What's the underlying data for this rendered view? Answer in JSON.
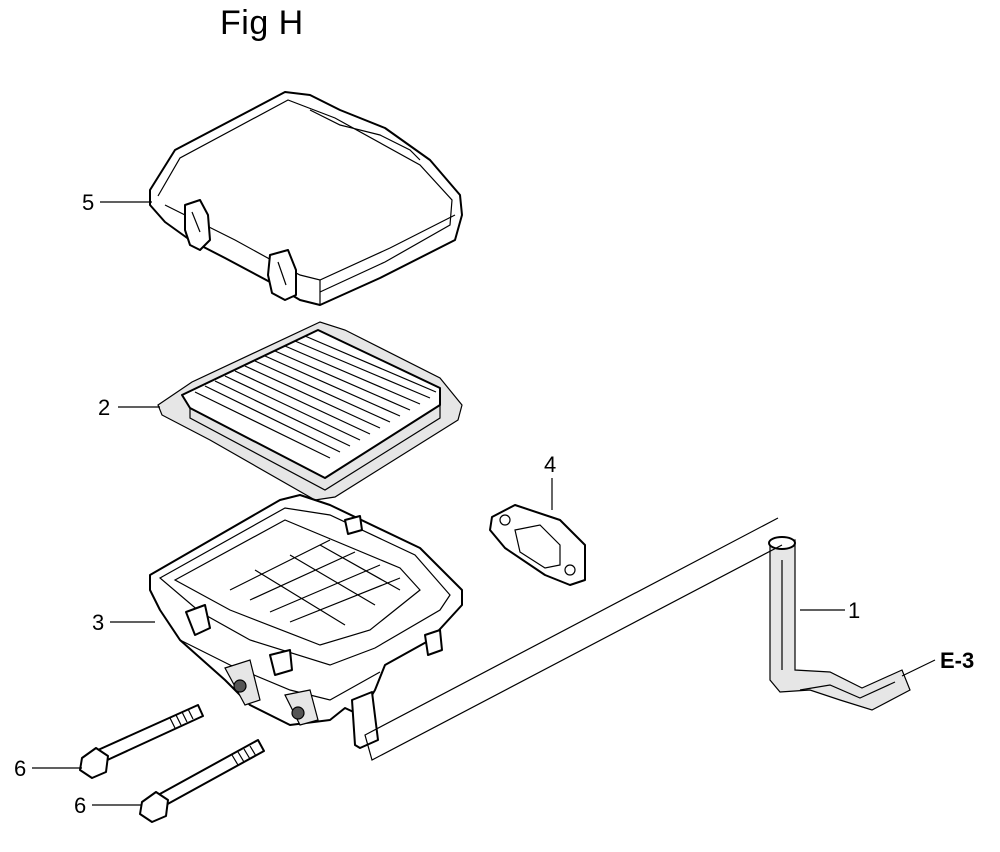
{
  "figure": {
    "title": "Fig H"
  },
  "callouts": [
    {
      "id": "5",
      "label": "5"
    },
    {
      "id": "2",
      "label": "2"
    },
    {
      "id": "4",
      "label": "4"
    },
    {
      "id": "3",
      "label": "3"
    },
    {
      "id": "1",
      "label": "1"
    },
    {
      "id": "6a",
      "label": "6"
    },
    {
      "id": "6b",
      "label": "6"
    }
  ],
  "reference": {
    "label": "E-3"
  }
}
